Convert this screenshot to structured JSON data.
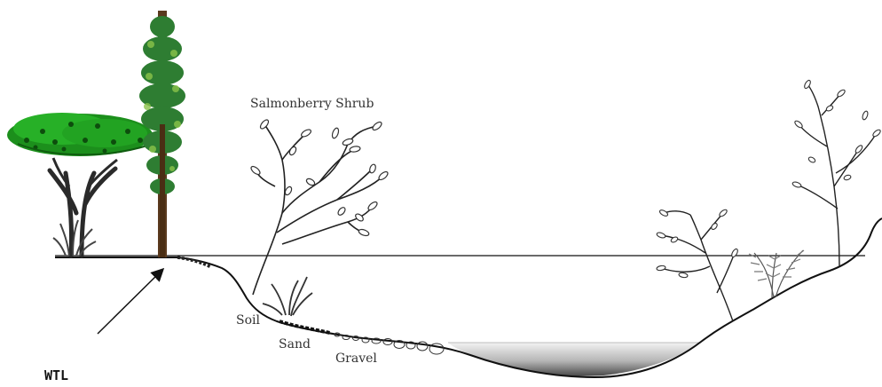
{
  "labels": {
    "shrub": "Salmonberry Shrub",
    "soil": "Soil",
    "sand": "Sand",
    "gravel": "Gravel",
    "wtl": "WTL"
  },
  "colors": {
    "line": "#111111",
    "foliage": "#1f9a1f",
    "trunk": "#5a3a1e",
    "water_dark": "#5a5a5a",
    "water_light": "#e6e6e6"
  },
  "icons": {
    "deciduous_tree": "tree-icon",
    "conifer": "pine-tree-icon",
    "shrub": "branch-icon",
    "fern": "fern-icon",
    "grass": "grass-tuft-icon",
    "arrow": "arrow-icon"
  }
}
